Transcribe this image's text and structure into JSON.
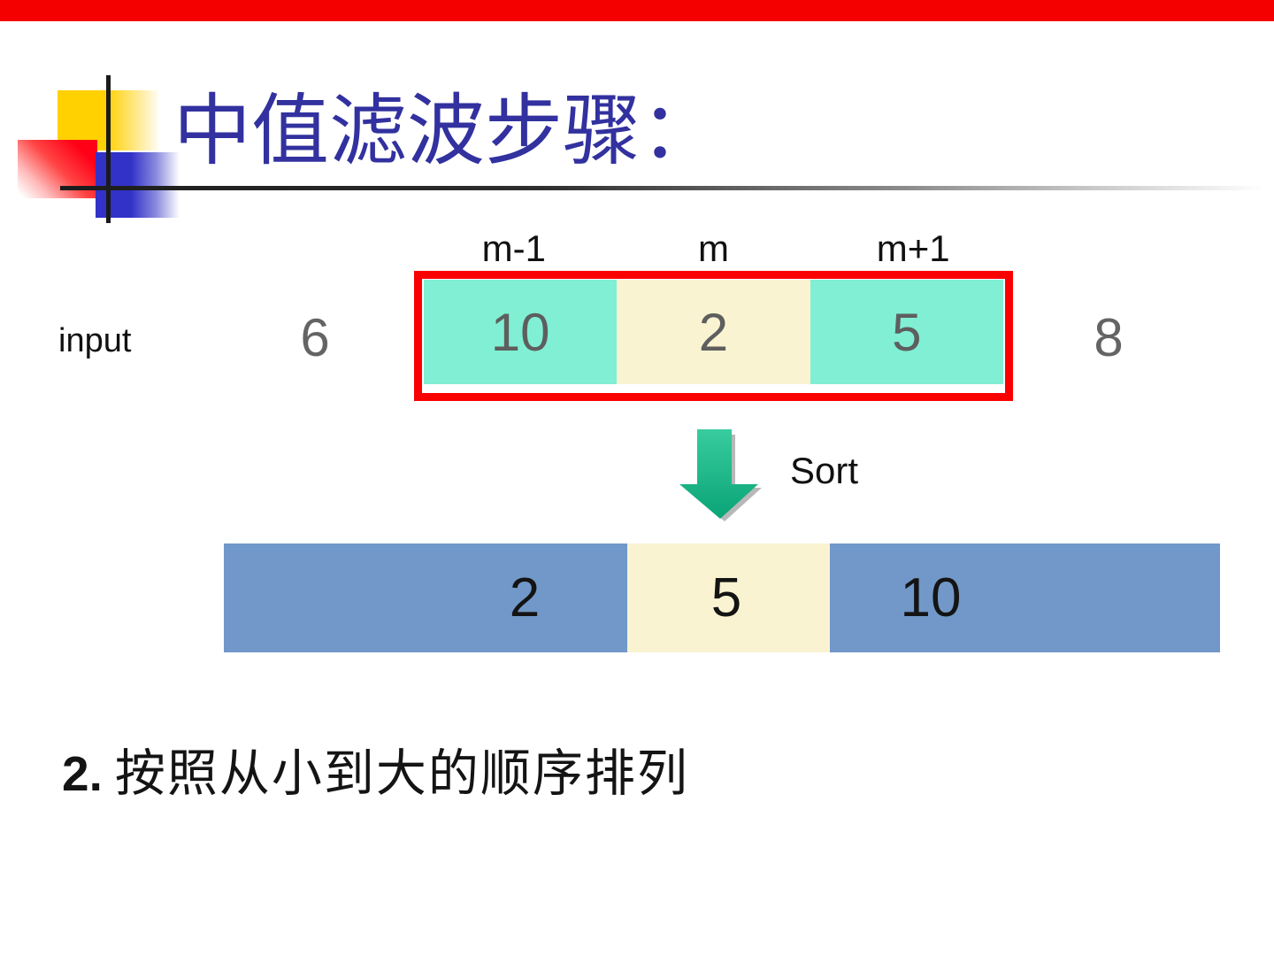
{
  "title": "中值滤波步骤：",
  "position_labels": [
    "m-1",
    "m",
    "m+1"
  ],
  "input_row": {
    "label": "input",
    "outside_left": "6",
    "window_values": [
      "10",
      "2",
      "5"
    ],
    "outside_right": "8"
  },
  "sort": {
    "label": "Sort",
    "arrow_icon": "down-block-arrow-icon"
  },
  "sorted_values": [
    "2",
    "5",
    "10"
  ],
  "step": {
    "number": "2.",
    "text": "按照从小到大的顺序排列"
  },
  "colors": {
    "top_bar_red": "#F40000",
    "title_blue": "#32319F",
    "highlight_border_red": "#FA0000",
    "window_cyan": "#80EFD4",
    "window_cream": "#FAF3D2",
    "sorted_bar_blue": "#7198C8",
    "arrow_green_top": "#38CC9E",
    "arrow_green_bottom": "#0AA476",
    "digit_gray": "#646464",
    "deco_gold": "#FFD100",
    "deco_blue": "#3232C8",
    "deco_red": "#FF0016"
  }
}
